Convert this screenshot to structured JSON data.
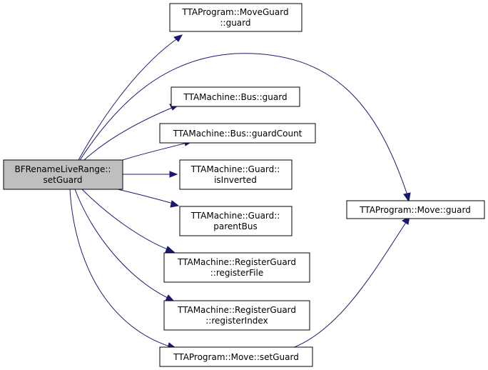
{
  "colors": {
    "node_fill": "#ffffff",
    "root_fill": "#bfbfbf",
    "node_border": "#000000",
    "edge": "#191970"
  },
  "nodes": {
    "root": {
      "line1": "BFRenameLiveRange::",
      "line2": "setGuard"
    },
    "move_guard_guard": {
      "line1": "TTAProgram::MoveGuard",
      "line2": "::guard"
    },
    "bus_guard": {
      "line1": "TTAMachine::Bus::guard"
    },
    "bus_guardcount": {
      "line1": "TTAMachine::Bus::guardCount"
    },
    "guard_isinverted": {
      "line1": "TTAMachine::Guard::",
      "line2": "isInverted"
    },
    "guard_parentbus": {
      "line1": "TTAMachine::Guard::",
      "line2": "parentBus"
    },
    "rg_registerfile": {
      "line1": "TTAMachine::RegisterGuard",
      "line2": "::registerFile"
    },
    "rg_registerindex": {
      "line1": "TTAMachine::RegisterGuard",
      "line2": "::registerIndex"
    },
    "move_setguard": {
      "line1": "TTAProgram::Move::setGuard"
    },
    "move_guard": {
      "line1": "TTAProgram::Move::guard"
    }
  }
}
